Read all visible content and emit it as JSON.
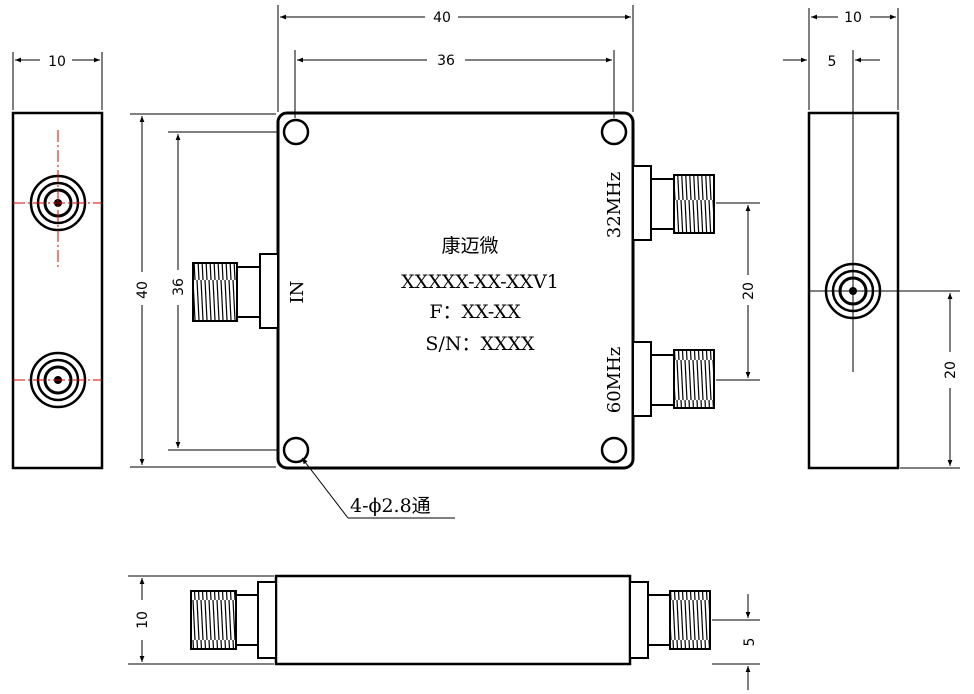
{
  "dimensions": {
    "top_overall_width": "40",
    "top_hole_spacing": "36",
    "left_height_overall": "40",
    "left_hole_spacing": "36",
    "right_port_spacing": "20",
    "left_view_width": "10",
    "right_view_width": "10",
    "right_view_offset": "5",
    "right_view_height_to_center": "20",
    "bottom_view_height": "10",
    "bottom_view_offset": "5"
  },
  "body_labels": {
    "brand": "康迈微",
    "model": "XXXXX-XX-XXV1",
    "frequency": "F：XX-XX",
    "serial": "S/N：XXXX"
  },
  "ports": {
    "input": "IN",
    "output_top": "32MHz",
    "output_bottom": "60MHz"
  },
  "hole_note": "4-ϕ2.8通"
}
